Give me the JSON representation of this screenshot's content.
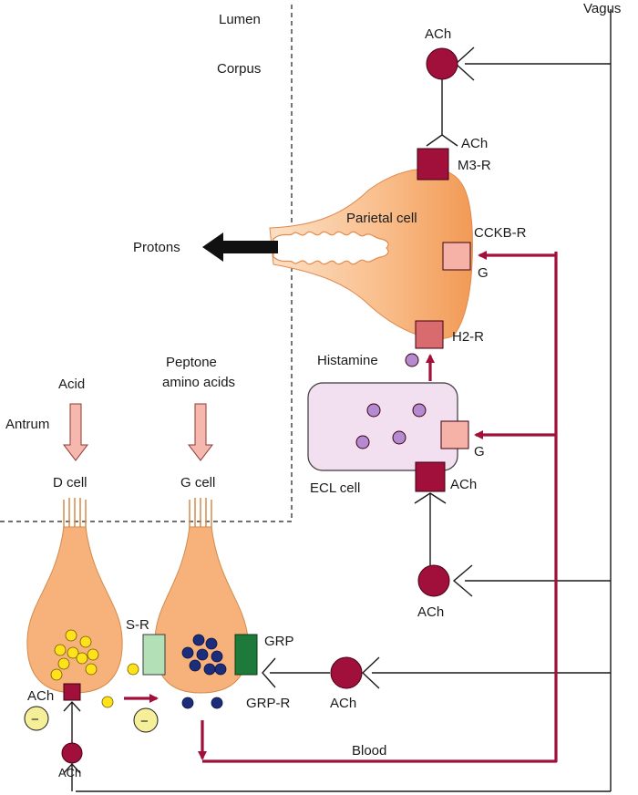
{
  "labels": {
    "vagus": "Vagus",
    "lumen": "Lumen",
    "corpus": "Corpus",
    "antrum": "Antrum",
    "ach_top": "ACh",
    "ach_m3": "ACh",
    "m3r": "M3-R",
    "parietal_cell": "Parietal cell",
    "cckbr": "CCKB-R",
    "g_parietal": "G",
    "protons": "Protons",
    "h2r": "H2-R",
    "histamine": "Histamine",
    "ecl_cell": "ECL cell",
    "g_ecl": "G",
    "ach_ecl": "ACh",
    "ach_mid": "ACh",
    "acid": "Acid",
    "peptone": "Peptone",
    "amino_acids": "amino acids",
    "d_cell": "D cell",
    "g_cell": "G cell",
    "sr": "S-R",
    "grp": "GRP",
    "grpr": "GRP-R",
    "ach_grp": "ACh",
    "ach_d": "ACh",
    "ach_bottom": "ACh",
    "blood": "Blood",
    "minus": "−"
  },
  "colors": {
    "cell_orange": "#f7b27c",
    "ach_red": "#a0103a",
    "signal_red": "#a0103a",
    "cckbr_pink": "#f6b2a6",
    "h2r_rose": "#d96b6f",
    "ecl_lilac": "#f2dff0",
    "histamine_purple": "#b48ad0",
    "somatostatin_yellow": "#ffe21a",
    "gastrin_blue": "#1c2d7a",
    "sr_green": "#b4e0b8",
    "grp_green": "#1e7a3a",
    "inhibit_yellow": "#f6ef9a",
    "input_arrow_pink": "#f5b7ae"
  }
}
